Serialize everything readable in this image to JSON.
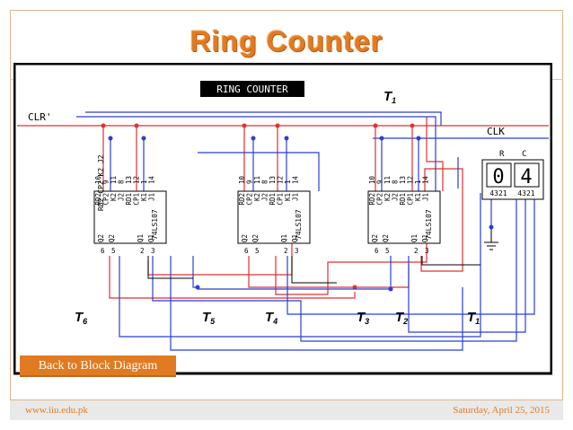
{
  "slide": {
    "title": "Ring Counter",
    "back_button": "Back to Block Diagram",
    "footer_url": "www.iiu.edu.pk",
    "footer_date": "Saturday, April 25, 2015"
  },
  "schematic": {
    "banner": "RING COUNTER",
    "clr_label": "CLR'",
    "clk_label": "CLK",
    "display_r": "R",
    "display_c": "C",
    "display_digits_left": "0",
    "display_digits_right": "4",
    "display_pins_left": "4321",
    "display_pins_right": "4321",
    "chip_part": "74LS107",
    "chip_pins_top": [
      "RD2",
      "CP2",
      "K2",
      "J2",
      "RD1",
      "CP1",
      "K1",
      "J1"
    ],
    "chip_pin_nums_top": [
      "10",
      "9",
      "11",
      "8",
      "13",
      "12",
      "1",
      "14"
    ],
    "chip_pins_bottom": [
      "Q2",
      "Q2",
      "Q1",
      "Q1"
    ],
    "chip_pin_nums_bottom": [
      "6",
      "5",
      "2",
      "3"
    ],
    "t_labels": [
      {
        "main": "T",
        "sub": "1"
      },
      {
        "main": "T",
        "sub": "6"
      },
      {
        "main": "T",
        "sub": "5"
      },
      {
        "main": "T",
        "sub": "4"
      },
      {
        "main": "T",
        "sub": "3"
      },
      {
        "main": "T",
        "sub": "2"
      },
      {
        "main": "T",
        "sub": "1"
      }
    ]
  },
  "colors": {
    "accent": "#e07b22",
    "wire_red": "#e03030",
    "wire_blue": "#2a3fd6",
    "footer_bg": "#e9e9e9"
  }
}
